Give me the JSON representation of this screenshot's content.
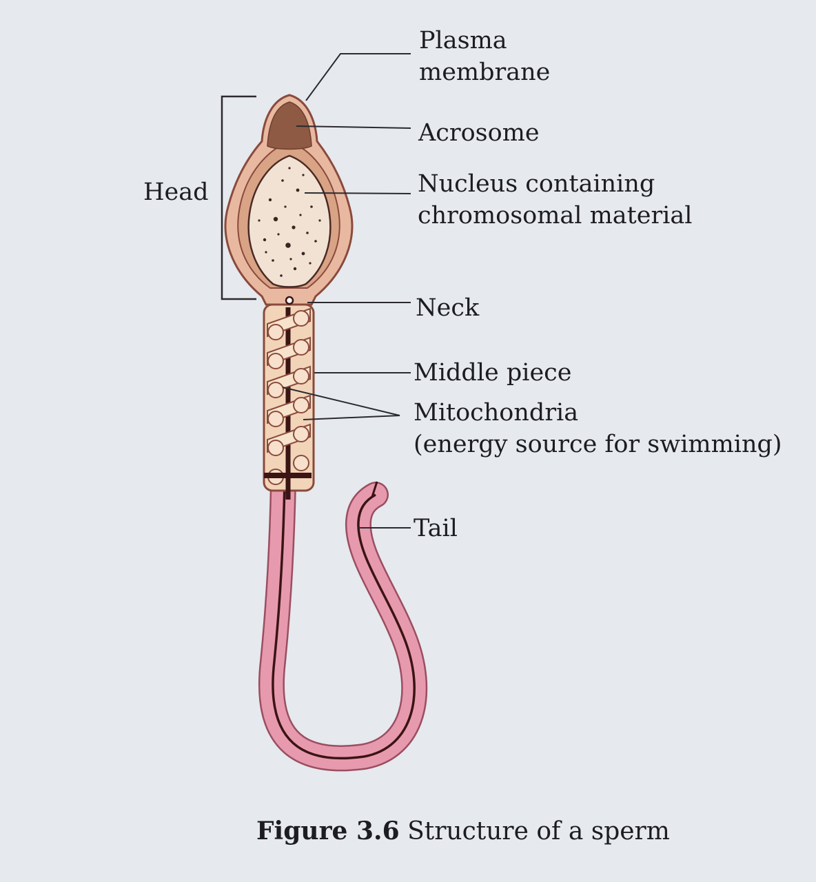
{
  "labels": {
    "plasma_membrane": [
      "Plasma",
      "membrane"
    ],
    "acrosome": "Acrosome",
    "nucleus": [
      "Nucleus containing",
      "chromosomal material"
    ],
    "head": "Head",
    "neck": "Neck",
    "middle_piece": "Middle piece",
    "mitochondria": [
      "Mitochondria",
      "(energy source for swimming)"
    ],
    "tail": "Tail"
  },
  "caption": {
    "figure": "Figure 3.6",
    "text": "Structure of a sperm"
  },
  "colors": {
    "background": "#e6e9ee",
    "membrane_fill": "#e8b9a0",
    "membrane_stroke": "#8a4a3c",
    "acrosome": "#8e5a44",
    "nucleus_fill": "#f1e2d4",
    "middle_piece_fill": "#f2d4b8",
    "axial_filament": "#3b1414",
    "tail_fill": "#e79aae",
    "tail_outline": "#9a4e60",
    "leader_line": "#2a2a30"
  }
}
